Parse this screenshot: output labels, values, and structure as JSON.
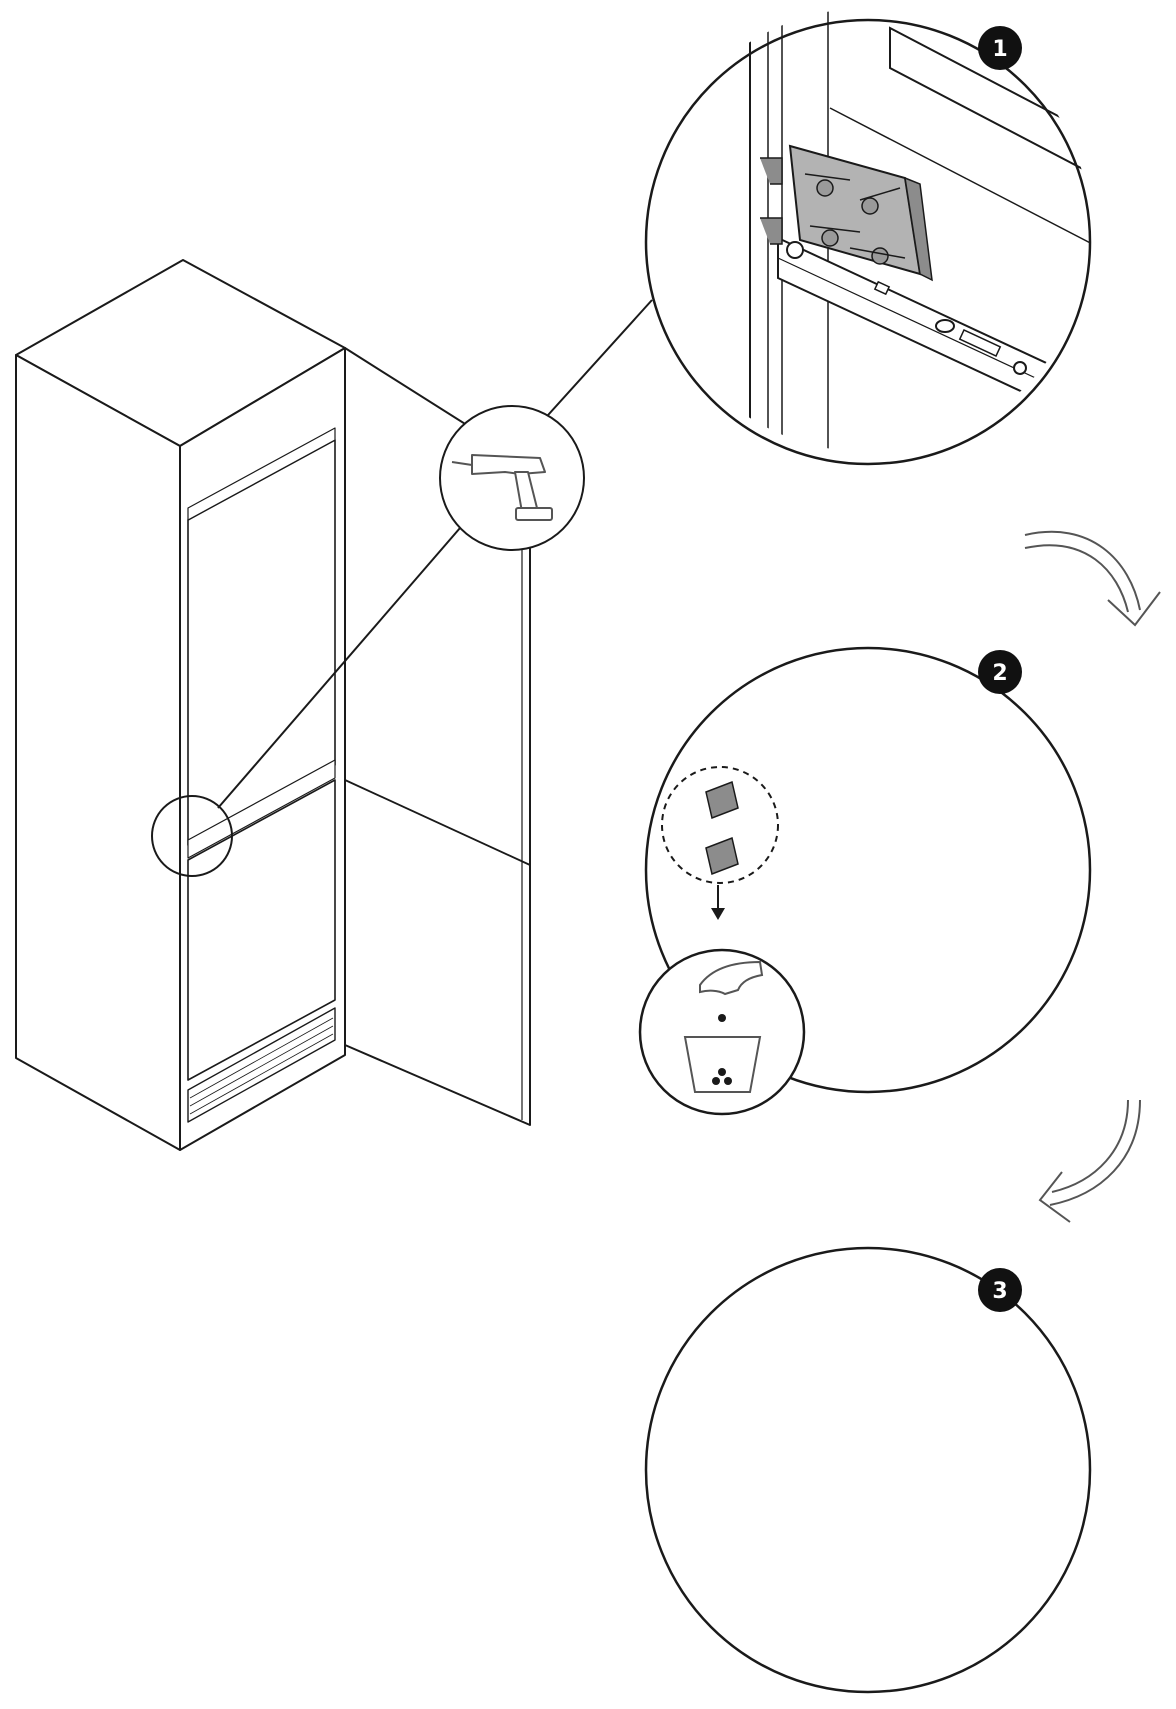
{
  "diagram": {
    "steps": [
      {
        "number": "1"
      },
      {
        "number": "2"
      },
      {
        "number": "3"
      }
    ],
    "tool_icon": "cordless-drill-icon",
    "disposal_icons": [
      "hand-icon",
      "bin-icon"
    ],
    "colors": {
      "line": "#1a1a1a",
      "part_gray": "#b3b3b3",
      "part_dark": "#8c8c8c",
      "badge": "#111111",
      "background": "#ffffff"
    }
  }
}
